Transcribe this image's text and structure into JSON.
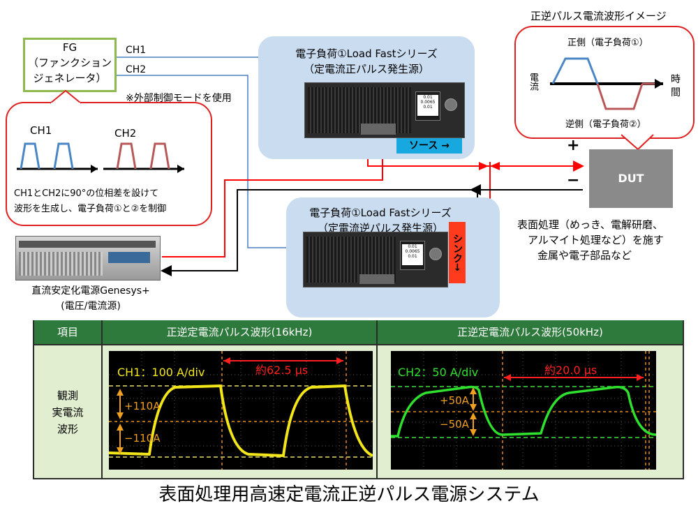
{
  "waveform_concept": {
    "title": "正逆パルス電流波形イメージ",
    "positive_label": "正側（電子負荷①）",
    "negative_label": "逆側（電子負荷②）",
    "y_axis_label": "電流",
    "x_axis_label_1": "時",
    "x_axis_label_2": "間"
  },
  "fg": {
    "line1": "FG",
    "line2": "（ファンクション",
    "line3": "ジェネレータ）"
  },
  "ch1_label": "CH1",
  "ch2_label": "CH2",
  "external_note": "※外部制御モードを使用",
  "phase_box": {
    "ch1": "CH1",
    "ch2": "CH2",
    "line1": "CH1とCH2に90°の位相差を設けて",
    "line2": "波形を生成し、電子負荷①と②を制御"
  },
  "load_source": {
    "line1": "電子負荷①Load Fastシリーズ",
    "line2": "（定電流正パルス発生源）",
    "tag": "ソース →"
  },
  "load_sink": {
    "line1": "電子負荷①Load Fastシリーズ",
    "line2": "（定電流逆パルス発生源）",
    "tag": "シンク→"
  },
  "genesys": {
    "line1": "直流安定化電源Genesys+",
    "line2": "(電圧/電流源)"
  },
  "dut": {
    "label": "DUT",
    "plus": "+",
    "minus": "−"
  },
  "dut_desc": {
    "line1": "表面処理（めっき、電解研磨、",
    "line2": "アルマイト処理など）を施す",
    "line3": "金属や電子部品など"
  },
  "table": {
    "col1": "項目",
    "col2": "正逆定電流パルス波形(16kHz)",
    "col3": "正逆定電流パルス波形(50kHz)",
    "row_label_1": "観測",
    "row_label_2": "実電流",
    "row_label_3": "波形"
  },
  "scope1": {
    "label": "CH1：100 A/div",
    "period": "約62.5 μs",
    "upper": "+110A",
    "lower": "−110A"
  },
  "scope2": {
    "label": "CH2：50 A/div",
    "period": "約20.0 μs",
    "upper": "+50A",
    "lower": "−50A"
  },
  "colors": {
    "trace1": "#f2e61b",
    "trace2": "#2fe02f",
    "positive": "#4a86c5",
    "negative": "#b85858",
    "wire_red": "#ff0000"
  },
  "footer_title": "表面処理用高速定電流正逆パルス電源システム"
}
